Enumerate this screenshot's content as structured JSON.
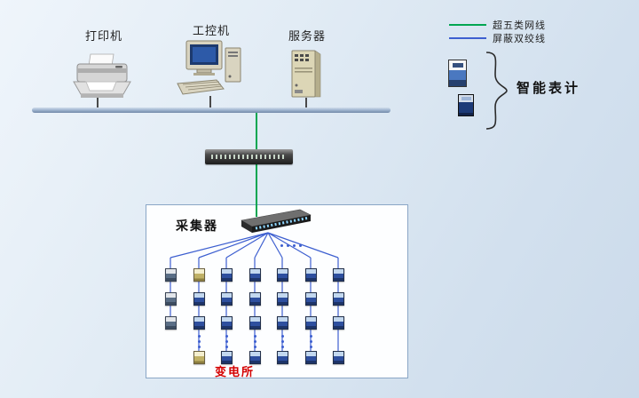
{
  "legend": {
    "items": [
      {
        "id": "cat5e",
        "label": "超五类网线",
        "color": "#00a651"
      },
      {
        "id": "shielded-twisted-pair",
        "label": "屏蔽双绞线",
        "color": "#3d5fd0"
      }
    ]
  },
  "top_devices": {
    "printer_label": "打印机",
    "ipc_label": "工控机",
    "server_label": "服务器"
  },
  "smart_meter_legend": {
    "label": "智能表计"
  },
  "substation": {
    "title": "变电所",
    "collector_label": "采集器",
    "meter_grid": {
      "columns": [
        {
          "cells": [
            "gray",
            "gray",
            "gray",
            "none",
            "none"
          ]
        },
        {
          "cells": [
            "yellow",
            "blue",
            "blue",
            "dots",
            "yellow"
          ]
        },
        {
          "cells": [
            "blue",
            "blue",
            "blue",
            "dots",
            "blue"
          ]
        },
        {
          "cells": [
            "blue",
            "blue",
            "blue",
            "dots",
            "blue"
          ]
        },
        {
          "cells": [
            "blue",
            "blue",
            "blue",
            "dots",
            "blue"
          ]
        },
        {
          "cells": [
            "blue",
            "blue",
            "blue",
            "dots",
            "blue"
          ]
        },
        {
          "cells": [
            "blue",
            "blue",
            "blue",
            "none",
            "blue"
          ]
        }
      ]
    }
  }
}
